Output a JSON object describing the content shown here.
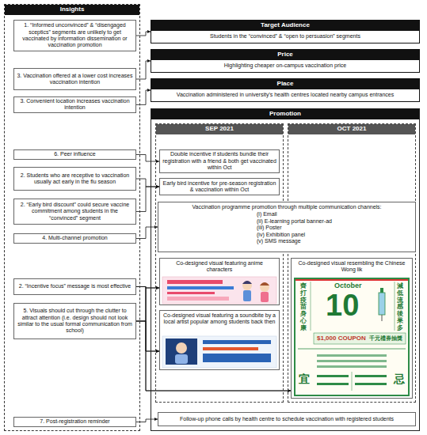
{
  "diagram": {
    "nodes": [
      {
        "text": [
          "Insights"
        ]
      },
      {
        "text": [
          "1. “Informed unconvinced” & “disengaged sceptics” segments are unlikely to get vaccinated by information dissemination or vaccination promotion"
        ],
        "in": 0
      },
      {
        "text": [
          "3. Vaccination offered at a lower cost increases vaccination intention"
        ],
        "in": 0
      },
      {
        "text": [
          "3. Convenient location increases vaccination intention"
        ],
        "in": 0
      },
      {
        "text": [
          "6. Peer influence"
        ],
        "in": 0
      },
      {
        "text": [
          "2. Students who are receptive to vaccination usually act early in the flu season"
        ],
        "in": 0
      },
      {
        "text": [
          "2. “Early bird discount” could secure vaccine commitment among students in the “convinced” segment"
        ],
        "in": 0
      },
      {
        "text": [
          "4. Multi-channel promotion"
        ],
        "in": 0
      },
      {
        "text": [
          "2. “Incentive focus” message is most effective"
        ],
        "in": 0
      },
      {
        "text": [
          "5. Visuals should cut through the clutter to attract attention (i.e. design should not look similar to the usual formal communication from school)"
        ],
        "in": 0
      },
      {
        "text": [
          "7. Post-registration reminder"
        ],
        "in": 0
      },
      {
        "text": [
          "Target Audience",
          "Students in the “convinced” & “open to persuasion” segments"
        ]
      },
      {
        "text": [
          "Price",
          "Highlighting cheaper on-campus vaccination price"
        ]
      },
      {
        "text": [
          "Place",
          "Vaccination administered in university's health centres located nearby campus entrances"
        ]
      },
      {
        "text": [
          "Promotion"
        ]
      },
      {
        "text": [
          "SEP 2021"
        ],
        "in": 14
      },
      {
        "text": [
          "OCT 2021"
        ],
        "in": 14
      },
      {
        "text": [
          "Double incentive if students bundle their registration with a friend & both get vaccinated within Oct"
        ],
        "in": 15
      },
      {
        "text": [
          "Early bird incentive for pre-season registration & vaccination within Oct"
        ],
        "in": 15
      },
      {
        "text": [
          "Vaccination programme promotion through multiple communication channels:",
          "(i) Email",
          "(ii) E-learning portal banner-ad",
          "(iii) Poster",
          "(iv) Exhibition panel",
          "(v) SMS message"
        ],
        "in": 14
      },
      {
        "text": [
          "Co-designed visual featuring anime characters"
        ],
        "in": 15
      },
      {
        "text": [
          "Co-designed visual featuring a soundbite by a local artist popular among students back then"
        ],
        "in": 15
      },
      {
        "text": [
          "Co-designed visual resembling the Chinese Wong lik"
        ],
        "in": 16
      },
      {
        "text": [
          "Follow-up phone calls by health centre to schedule vaccination with registered students"
        ],
        "in": 14
      }
    ],
    "edges": [
      {
        "from": 1,
        "to": 11,
        "arrow": "to"
      },
      {
        "from": 2,
        "to": 12,
        "arrow": "to"
      },
      {
        "from": 3,
        "to": 13,
        "arrow": "to"
      },
      {
        "from": 4,
        "to": 17,
        "arrow": "to"
      },
      {
        "from": 5,
        "to": 18,
        "arrow": "to"
      },
      {
        "from": 6,
        "to": 18,
        "arrow": "to"
      },
      {
        "from": 7,
        "to": 19,
        "arrow": "to"
      },
      {
        "from": 8,
        "to": 20,
        "arrow": "to"
      },
      {
        "from": 8,
        "to": 21,
        "arrow": "to"
      },
      {
        "from": 8,
        "to": 22,
        "arrow": "to"
      },
      {
        "from": 9,
        "to": 20,
        "arrow": "to"
      },
      {
        "from": 9,
        "to": 21,
        "arrow": "to"
      },
      {
        "from": 9,
        "to": 22,
        "arrow": "to"
      },
      {
        "from": 10,
        "to": 23,
        "arrow": "to"
      }
    ],
    "labels": [
      "October",
      "10",
      "齊打疫苗身心康",
      "減低流感後果多",
      "$1,000 COUPON",
      "千元禮券抽獎",
      "宜",
      "忌"
    ]
  }
}
